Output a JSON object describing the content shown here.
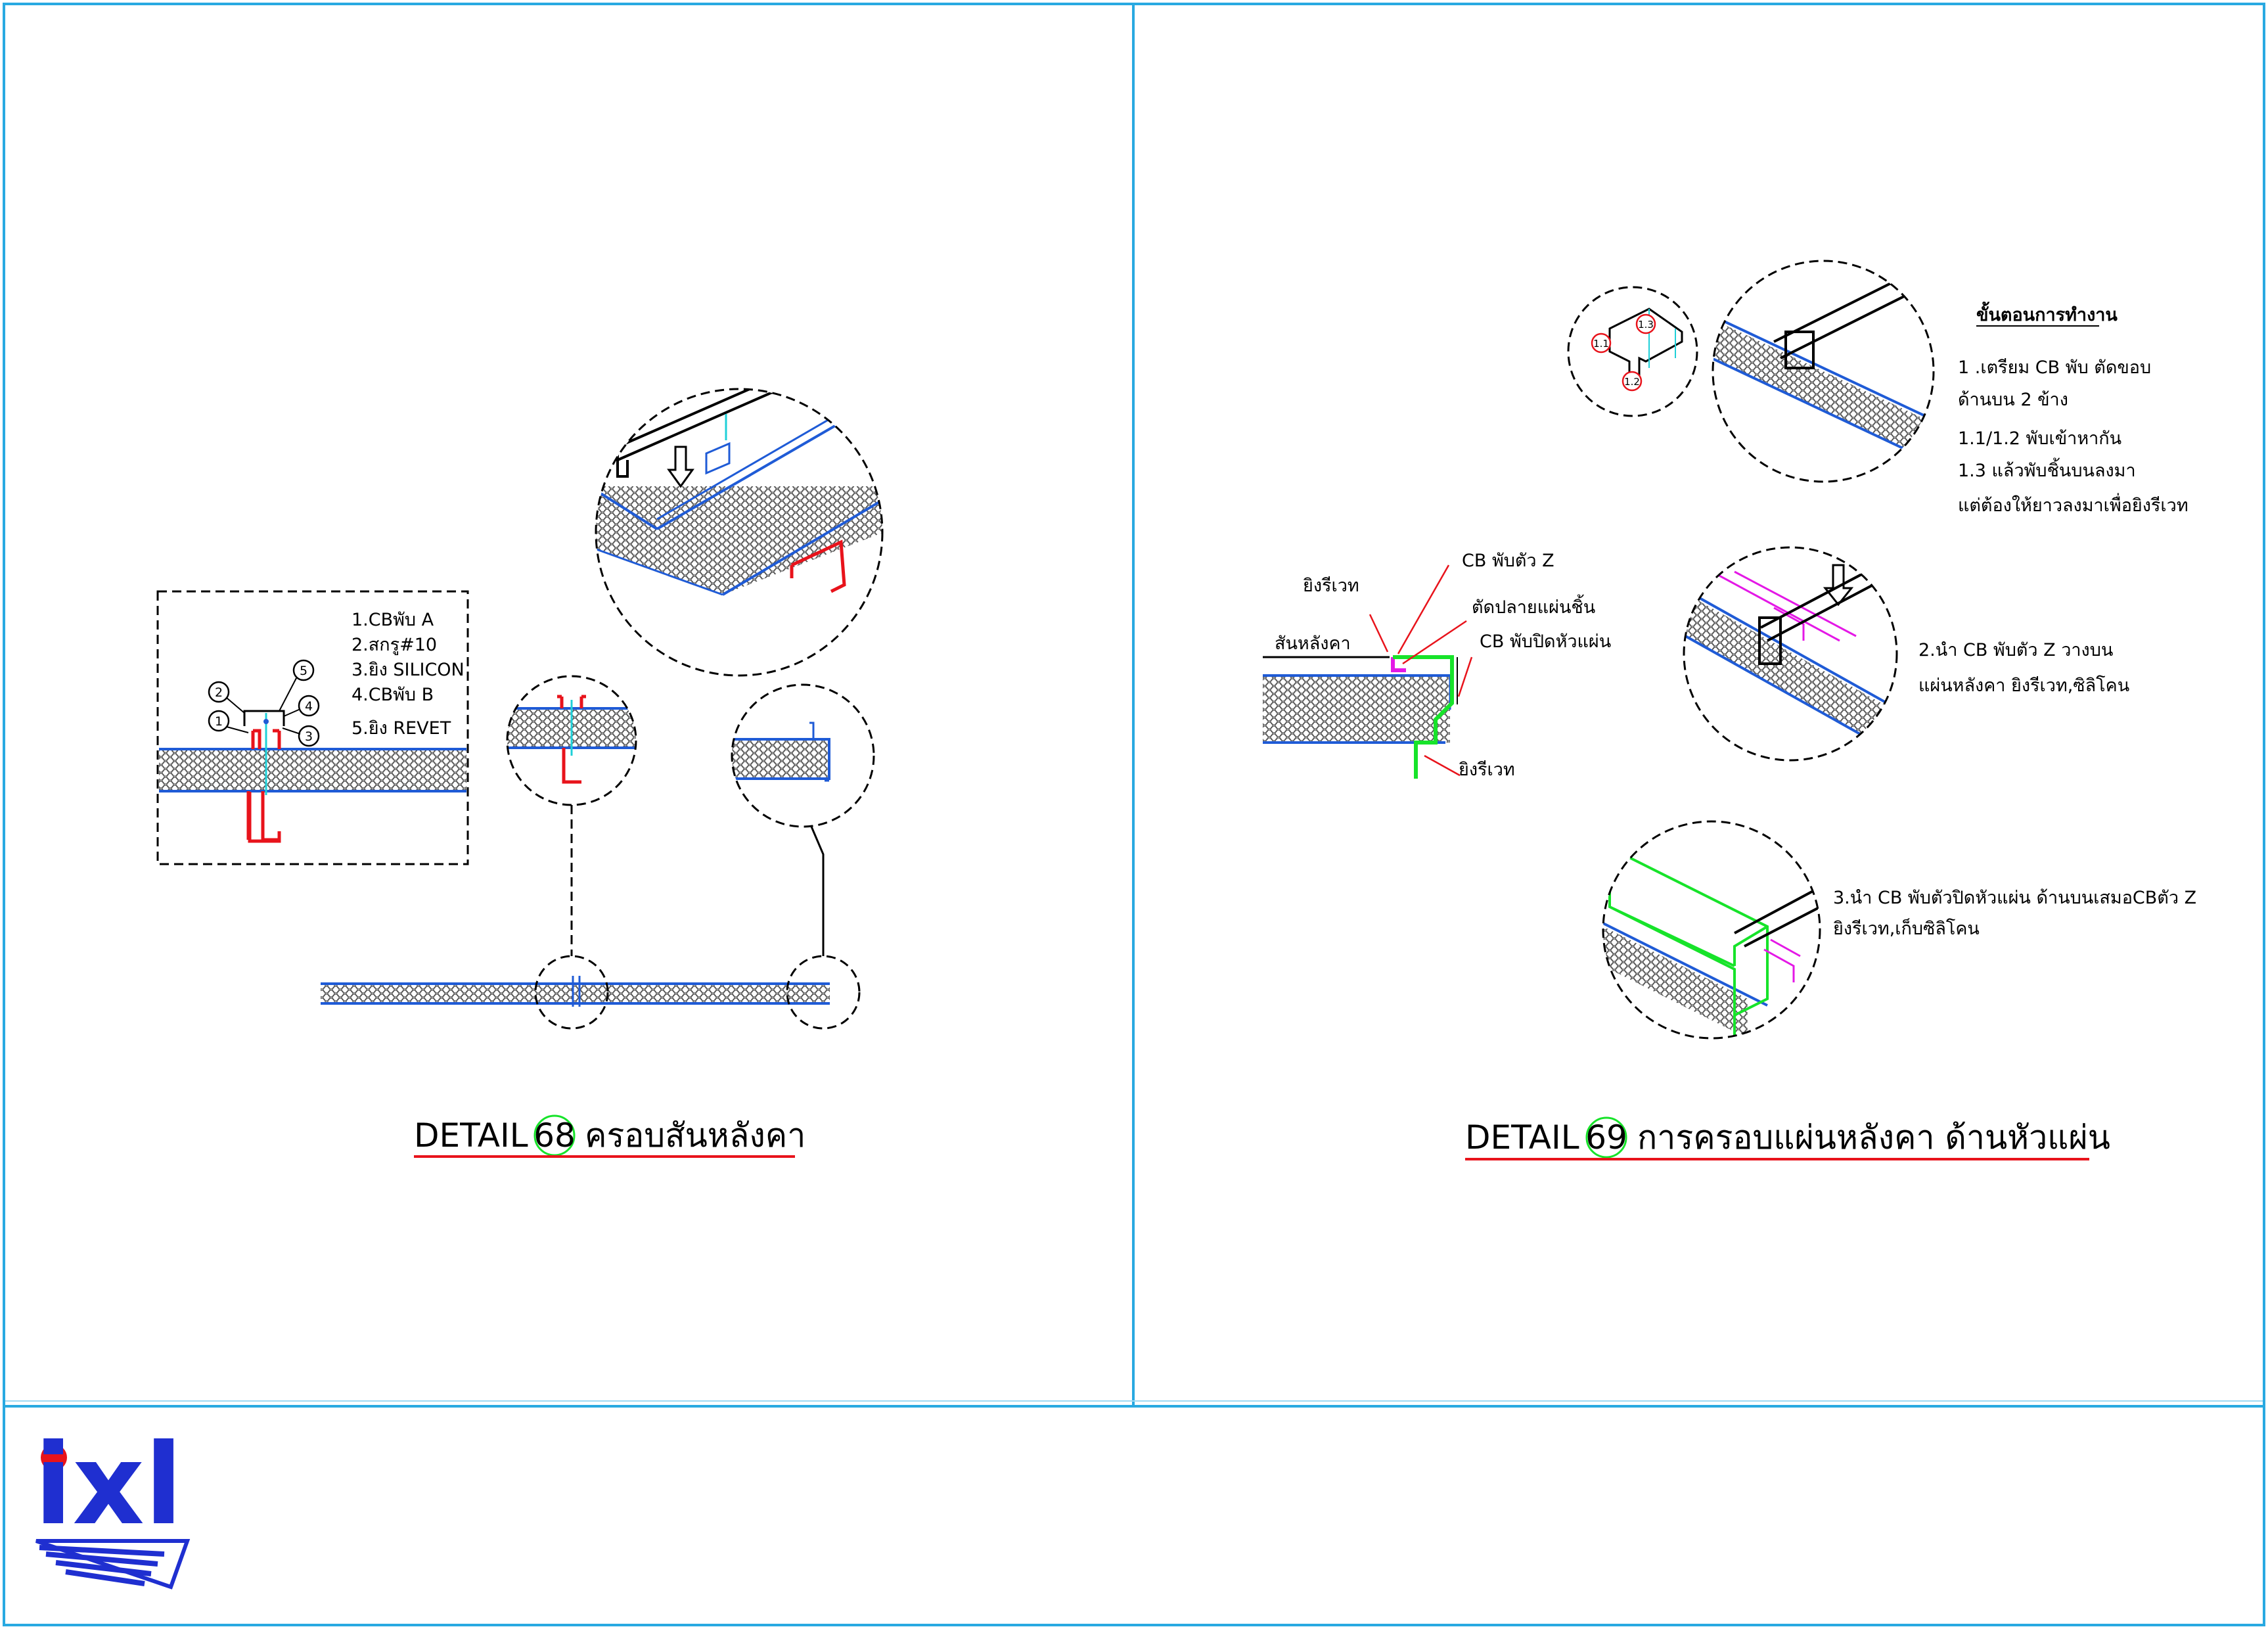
{
  "detail68": {
    "title_prefix": "DETAIL",
    "number": "68",
    "title_text": "ครอบสันหลังคา",
    "legend": [
      "1.CBพับ A",
      "2.สกรู#10",
      "3.ยิง SILICON",
      "4.CBพับ B",
      "5.ยิง REVET"
    ],
    "callouts": [
      "1",
      "2",
      "3",
      "4",
      "5"
    ]
  },
  "detail69": {
    "title_prefix": "DETAIL",
    "number": "69",
    "title_text": "การครอบแผ่นหลังคา ด้านหัวแผ่น",
    "step_callouts": [
      "1.1",
      "1.2",
      "1.3"
    ],
    "steps_heading": "ขั้นตอนการทำงาน",
    "step1": [
      "1 .เตรียม CB พับ ตัดขอบ",
      "ด้านบน 2 ข้าง",
      "1.1/1.2 พับเข้าหากัน",
      "1.3 แล้วพับชิ้นบนลงมา",
      "แต่ต้องให้ยาวลงมาเพื่อยิงรีเวท"
    ],
    "step2": [
      "2.นำ CB พับตัว Z วางบน",
      "แผ่นหลังคา ยิงรีเวท,ซิลิโคน"
    ],
    "step3": [
      "3.นำ CB พับตัวปิดหัวแผ่น ด้านบนเสมอCBตัว Z",
      "ยิงรีเวท,เก็บซิลิโคน"
    ],
    "section_labels": {
      "rivet_top": "ยิงรีเวท",
      "cb_z": "CB พับตัว Z",
      "cut_end": "ตัดปลายแผ่นชิ้น",
      "ridge": "สันหลังคา",
      "cb_cap": "CB พับปิดหัวแผ่น",
      "rivet_bottom": "ยิงรีเวท"
    }
  },
  "logo": {
    "text": "ixl"
  },
  "colors": {
    "frame": "#29a9e1",
    "panel_blue": "#1f5bd6",
    "red": "#e8131b",
    "green": "#17e32a",
    "magenta": "#e418e6",
    "cyan": "#1fd0d8",
    "logo_blue": "#1f2fd0",
    "logo_red": "#e8131b"
  }
}
